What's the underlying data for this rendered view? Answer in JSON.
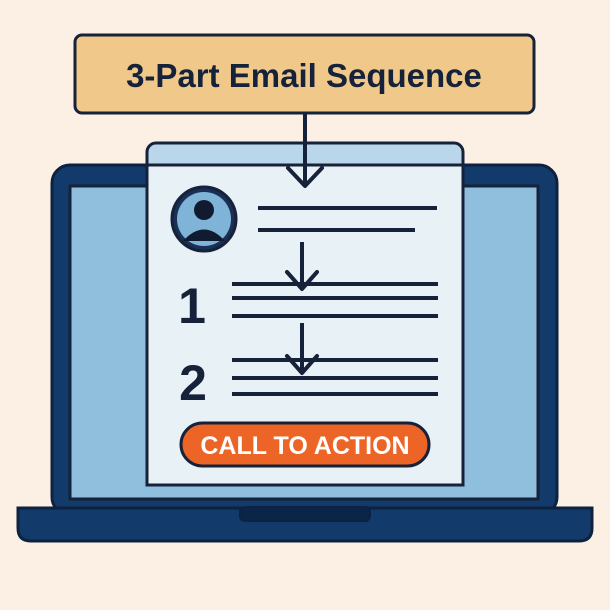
{
  "title": "3-Part Email Sequence",
  "steps": [
    {
      "number": "1"
    },
    {
      "number": "2"
    }
  ],
  "cta_label": "CALL TO ACTION",
  "icons": [
    "user-avatar-icon",
    "arrow-down-icon",
    "laptop-icon"
  ],
  "colors": {
    "background": "#fbf0e3",
    "title_box": "#f0c98a",
    "laptop_frame": "#123a6b",
    "laptop_screen": "#8fbfdc",
    "document": "#e8f1f6",
    "document_header": "#b9d6ea",
    "ink": "#16213a",
    "cta": "#ec6526"
  }
}
